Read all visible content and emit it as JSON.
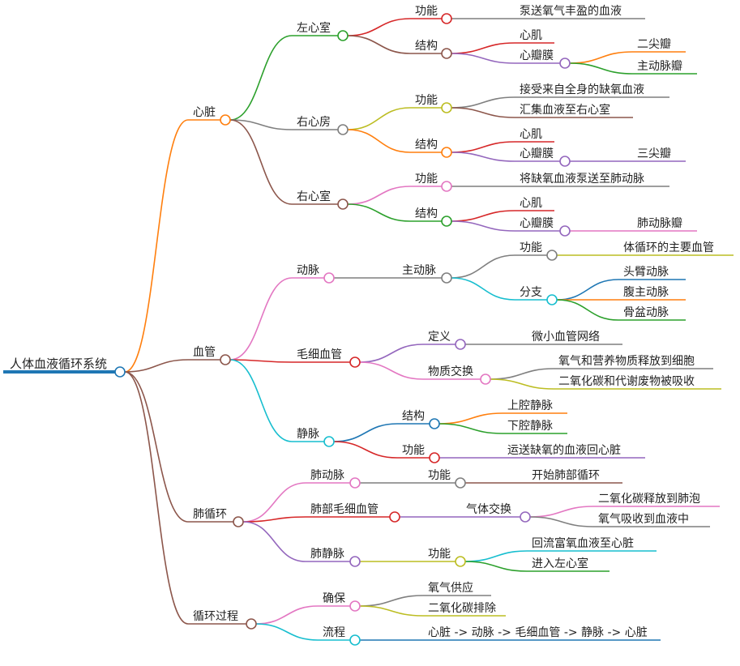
{
  "root": {
    "label": "人体血液循环系统",
    "children": [
      {
        "label": "心脏",
        "children": [
          {
            "label": "左心室",
            "children": [
              {
                "label": "功能",
                "children": [
                  {
                    "label": "泵送氧气丰盈的血液"
                  }
                ]
              },
              {
                "label": "结构",
                "children": [
                  {
                    "label": "心肌"
                  },
                  {
                    "label": "心瓣膜",
                    "children": [
                      {
                        "label": "二尖瓣"
                      },
                      {
                        "label": "主动脉瓣"
                      }
                    ]
                  }
                ]
              }
            ]
          },
          {
            "label": "右心房",
            "children": [
              {
                "label": "功能",
                "children": [
                  {
                    "label": "接受来自全身的缺氧血液"
                  },
                  {
                    "label": "汇集血液至右心室"
                  }
                ]
              },
              {
                "label": "结构",
                "children": [
                  {
                    "label": "心肌"
                  },
                  {
                    "label": "心瓣膜",
                    "children": [
                      {
                        "label": "三尖瓣"
                      }
                    ]
                  }
                ]
              }
            ]
          },
          {
            "label": "右心室",
            "children": [
              {
                "label": "功能",
                "children": [
                  {
                    "label": "将缺氧血液泵送至肺动脉"
                  }
                ]
              },
              {
                "label": "结构",
                "children": [
                  {
                    "label": "心肌"
                  },
                  {
                    "label": "心瓣膜",
                    "children": [
                      {
                        "label": "肺动脉瓣"
                      }
                    ]
                  }
                ]
              }
            ]
          }
        ]
      },
      {
        "label": "血管",
        "children": [
          {
            "label": "动脉",
            "children": [
              {
                "label": "主动脉",
                "children": [
                  {
                    "label": "功能",
                    "children": [
                      {
                        "label": "体循环的主要血管"
                      }
                    ]
                  },
                  {
                    "label": "分支",
                    "children": [
                      {
                        "label": "头臂动脉"
                      },
                      {
                        "label": "腹主动脉"
                      },
                      {
                        "label": "骨盆动脉"
                      }
                    ]
                  }
                ]
              }
            ]
          },
          {
            "label": "毛细血管",
            "children": [
              {
                "label": "定义",
                "children": [
                  {
                    "label": "微小血管网络"
                  }
                ]
              },
              {
                "label": "物质交换",
                "children": [
                  {
                    "label": "氧气和营养物质释放到细胞"
                  },
                  {
                    "label": "二氧化碳和代谢废物被吸收"
                  }
                ]
              }
            ]
          },
          {
            "label": "静脉",
            "children": [
              {
                "label": "结构",
                "children": [
                  {
                    "label": "上腔静脉"
                  },
                  {
                    "label": "下腔静脉"
                  }
                ]
              },
              {
                "label": "功能",
                "children": [
                  {
                    "label": "运送缺氧的血液回心脏"
                  }
                ]
              }
            ]
          }
        ]
      },
      {
        "label": "肺循环",
        "children": [
          {
            "label": "肺动脉",
            "children": [
              {
                "label": "功能",
                "children": [
                  {
                    "label": "开始肺部循环"
                  }
                ]
              }
            ]
          },
          {
            "label": "肺部毛细血管",
            "children": [
              {
                "label": "气体交换",
                "children": [
                  {
                    "label": "二氧化碳释放到肺泡"
                  },
                  {
                    "label": "氧气吸收到血液中"
                  }
                ]
              }
            ]
          },
          {
            "label": "肺静脉",
            "children": [
              {
                "label": "功能",
                "children": [
                  {
                    "label": "回流富氧血液至心脏"
                  },
                  {
                    "label": "进入左心室"
                  }
                ]
              }
            ]
          }
        ]
      },
      {
        "label": "循环过程",
        "children": [
          {
            "label": "确保",
            "children": [
              {
                "label": "氧气供应"
              },
              {
                "label": "二氧化碳排除"
              }
            ]
          },
          {
            "label": "流程",
            "children": [
              {
                "label": "心脏 -> 动脉 -> 毛细血管 -> 静脉 -> 心脏"
              }
            ]
          }
        ]
      }
    ]
  },
  "palette": {
    "root": "#1f77b4",
    "orange": "#ff7f0e",
    "green": "#2ca02c",
    "red": "#d62728",
    "purple": "#9467bd",
    "brown": "#8c564b",
    "pink": "#e377c2",
    "gray": "#7f7f7f",
    "olive": "#bcbd22",
    "cyan": "#17becf",
    "blue": "#1f77b4"
  }
}
